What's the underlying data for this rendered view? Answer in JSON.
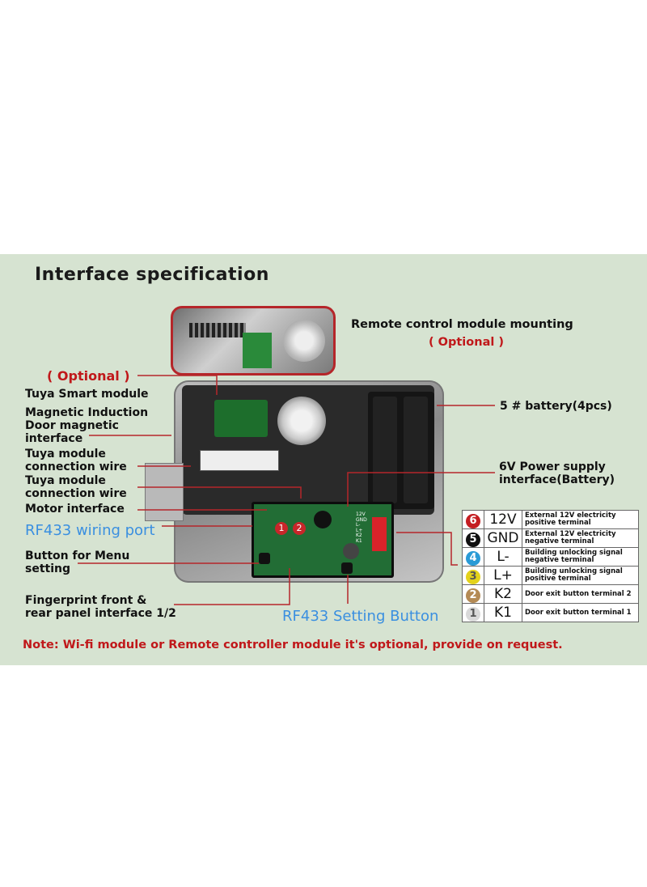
{
  "title": "Interface specification",
  "remote_label": "Remote control module mounting",
  "remote_optional": "( Optional )",
  "tuya_optional": "( Optional )",
  "labels": {
    "tuya_smart": "Tuya Smart module",
    "magnetic_line1": "Magnetic Induction",
    "magnetic_line2": "Door magnetic",
    "magnetic_line3": "interface",
    "tuya_wire_line1": "Tuya module",
    "tuya_wire_line2": "connection wire",
    "tuya_wire2_line1": "Tuya module",
    "tuya_wire2_line2": "connection wire",
    "motor": "Motor interface",
    "rf433_port": "RF433 wiring port",
    "menu_line1": "Button for Menu",
    "menu_line2": "setting",
    "fingerprint_line1": "Fingerprint front &",
    "fingerprint_line2": "rear panel interface 1/2",
    "rf433_button": "RF433 Setting Button",
    "battery": "5 # battery(4pcs)",
    "power_line1": "6V Power supply",
    "power_line2": "interface(Battery)"
  },
  "pcb_markings": {
    "port1": "1",
    "port2": "2",
    "pins": [
      "12V",
      "GND",
      "L-",
      "L+",
      "K2",
      "K1"
    ]
  },
  "terminals": [
    {
      "num": "6",
      "color": "#c41e22",
      "code": "12V",
      "desc1": "External 12V electricity",
      "desc2": "positive terminal"
    },
    {
      "num": "5",
      "color": "#111111",
      "code": "GND",
      "desc1": "External 12V electricity",
      "desc2": "negative terminal"
    },
    {
      "num": "4",
      "color": "#2a9bd6",
      "code": "L-",
      "desc1": "Building unlocking signal",
      "desc2": "negative terminal"
    },
    {
      "num": "3",
      "color": "#e3d21b",
      "code": "L+",
      "desc1": "Building unlocking signal",
      "desc2": "positive terminal"
    },
    {
      "num": "2",
      "color": "#b48a54",
      "code": "K2",
      "desc1": "Door exit button terminal 2",
      "desc2": ""
    },
    {
      "num": "1",
      "color": "#d9d9d9",
      "code": "K1",
      "desc1": "Door exit button terminal 1",
      "desc2": ""
    }
  ],
  "note": "Note: Wi-fi module or Remote controller module it's optional, provide on request.",
  "colors": {
    "accent_red": "#c0181a",
    "label_blue": "#3a8fe0",
    "panel_bg": "#d6e3d1"
  }
}
